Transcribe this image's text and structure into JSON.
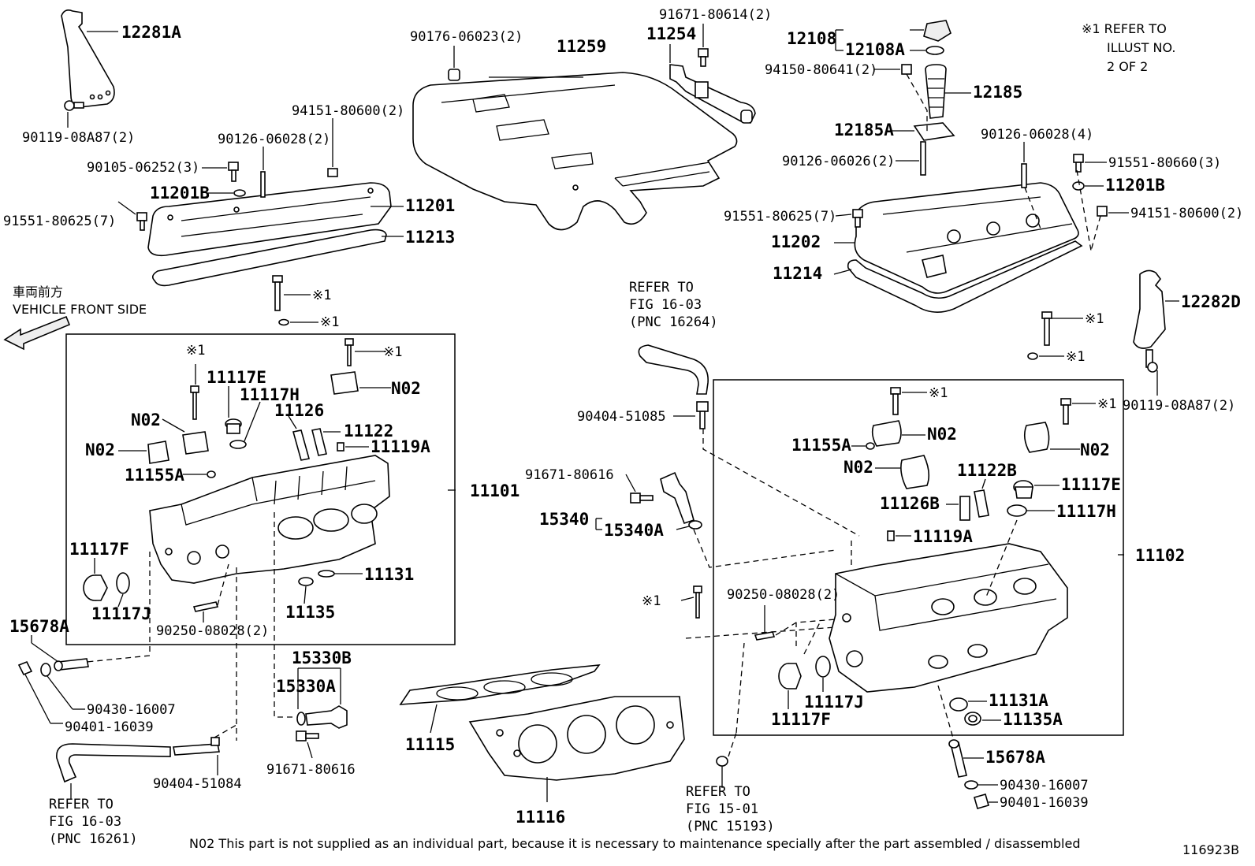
{
  "labels": {
    "p12281A": "12281A",
    "p90119_l": "90119-08A87(2)",
    "p90105": "90105-06252(3)",
    "p90126_l": "90126-06028(2)",
    "p94151_l": "94151-80600(2)",
    "p11201B_l": "11201B",
    "p11201": "11201",
    "p91551_l": "91551-80625(7)",
    "p11213": "11213",
    "p90176": "90176-06023(2)",
    "p11259": "11259",
    "p11254": "11254",
    "p91671_80614": "91671-80614(2)",
    "p12108": "12108",
    "p12108A": "12108A",
    "p94150": "94150-80641(2)",
    "p12185": "12185",
    "p12185A": "12185A",
    "p90126_06026": "90126-06026(2)",
    "p90126_r": "90126-06028(4)",
    "p91551_80660": "91551-80660(3)",
    "p11201B_r": "11201B",
    "p91551_r": "91551-80625(7)",
    "p94151_r": "94151-80600(2)",
    "p11202": "11202",
    "p11214": "11214",
    "p12282D": "12282D",
    "p90119_r": "90119-08A87(2)",
    "p11117E_l": "11117E",
    "p11117H_l": "11117H",
    "p11126": "11126",
    "p11122": "11122",
    "p11119A_l": "11119A",
    "p11155A_l": "11155A",
    "p11101": "11101",
    "p11117F_l": "11117F",
    "p11117J_l": "11117J",
    "p11131": "11131",
    "p11135": "11135",
    "p90250_l": "90250-08028(2)",
    "p15678A_l": "15678A",
    "p90430_l": "90430-16007",
    "p90401_l": "90401-16039",
    "p15330B": "15330B",
    "p15330A": "15330A",
    "p91671_l": "91671-80616",
    "p90404_l": "90404-51084",
    "p11115": "11115",
    "p11116": "11116",
    "p90404_r": "90404-51085",
    "p91671_r": "91671-80616",
    "p15340": "15340",
    "p15340A": "15340A",
    "p11155A_r": "11155A",
    "p11122B": "11122B",
    "p11117E_r": "11117E",
    "p11126B": "11126B",
    "p11117H_r": "11117H",
    "p11119A_r": "11119A",
    "p11102": "11102",
    "p90250_r": "90250-08028(2)",
    "p11117J_r": "11117J",
    "p11117F_r": "11117F",
    "p11131A": "11131A",
    "p11135A": "11135A",
    "p15678A_r": "15678A",
    "p90430_r": "90430-16007",
    "p90401_r": "90401-16039",
    "n02": "N02",
    "ref": "※1"
  },
  "refer_notes": {
    "top": [
      "REFER TO",
      "FIG 16-03",
      "(PNC 16264)"
    ],
    "bottom_left": [
      "REFER TO",
      "FIG 16-03",
      "(PNC 16261)"
    ],
    "bottom_mid": [
      "REFER TO",
      "FIG 15-01",
      "(PNC 15193)"
    ]
  },
  "corner_note": [
    "※1 REFER TO",
    "ILLUST NO.",
    "2 OF 2"
  ],
  "direction": {
    "jp": "車両前方",
    "en": "VEHICLE FRONT SIDE"
  },
  "footnote": "N02  This part is not supplied as an individual part, because it is necessary to maintenance specially after the part assembled / disassembled",
  "illustration_id": "116923B"
}
